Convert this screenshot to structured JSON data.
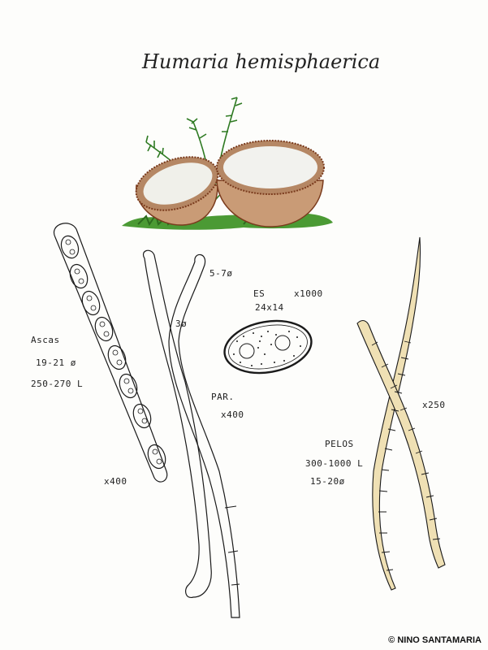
{
  "title": "Humaria hemisphaerica",
  "labels": {
    "ascas_label": "Ascas",
    "ascas_width": "19-21 ø",
    "ascas_length": "250-270 L",
    "ascas_magnification": "x400",
    "paraphyses_label": "PAR.",
    "paraphyses_magnification": "x400",
    "paraphyses_tip": "5-7ø",
    "paraphyses_width": "3ø",
    "spore_label": "ES",
    "spore_magnification": "x1000",
    "spore_size": "24x14",
    "pelos_label": "PELOS",
    "pelos_length": "300-1000 L",
    "pelos_width": "15-20ø",
    "pelos_magnification": "x250"
  },
  "credit": "© NINO SANTAMARIA",
  "colors": {
    "ink": "#1a1a1a",
    "cup_outer": "#c89a74",
    "cup_inner": "#eeeeea",
    "moss": "#3f8a2c",
    "hair_fill": "#efe0b4"
  }
}
